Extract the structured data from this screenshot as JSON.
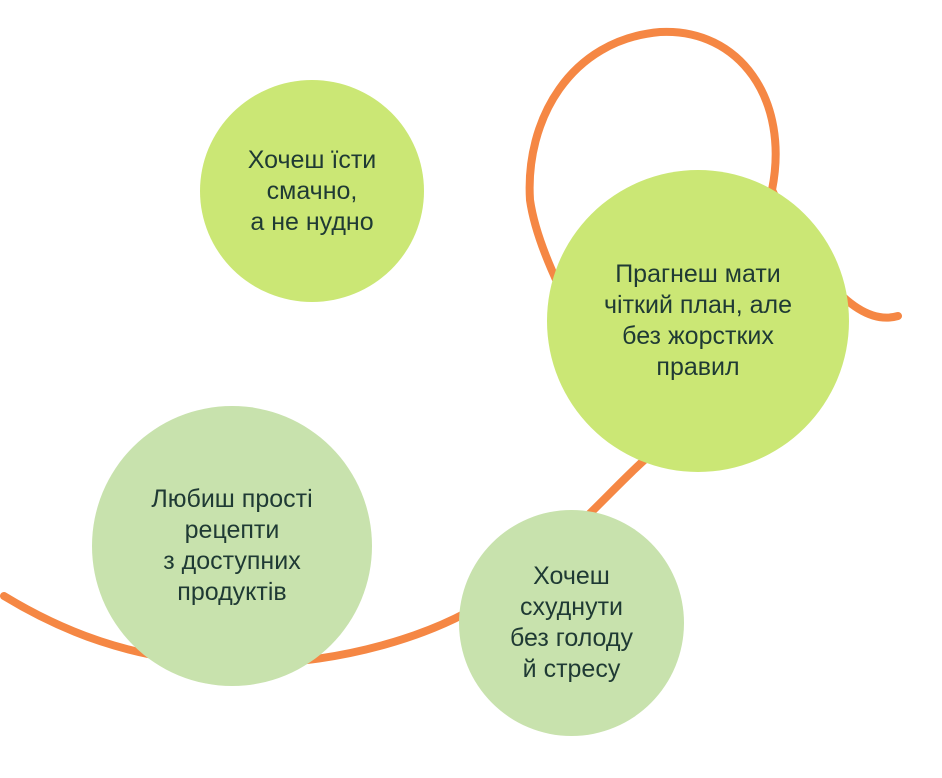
{
  "colors": {
    "curve": "#f58744",
    "bubble_bright": "#cbe775",
    "bubble_pale": "#c8e2ad",
    "text": "#1f3a34"
  },
  "bubbles": [
    {
      "id": "tasty",
      "lines": [
        "Хочеш їсти",
        "смачно,",
        "а не нудно"
      ],
      "color": "#cbe775"
    },
    {
      "id": "plan",
      "lines": [
        "Прагнеш мати",
        "чіткий план, але",
        "без жорстких",
        "правил"
      ],
      "color": "#cbe775"
    },
    {
      "id": "recipes",
      "lines": [
        "Любиш прості",
        "рецепти",
        "з доступних",
        "продуктів"
      ],
      "color": "#c8e2ad"
    },
    {
      "id": "weight",
      "lines": [
        "Хочеш",
        "схуднути",
        "без голоду",
        "й стресу"
      ],
      "color": "#c8e2ad"
    }
  ]
}
